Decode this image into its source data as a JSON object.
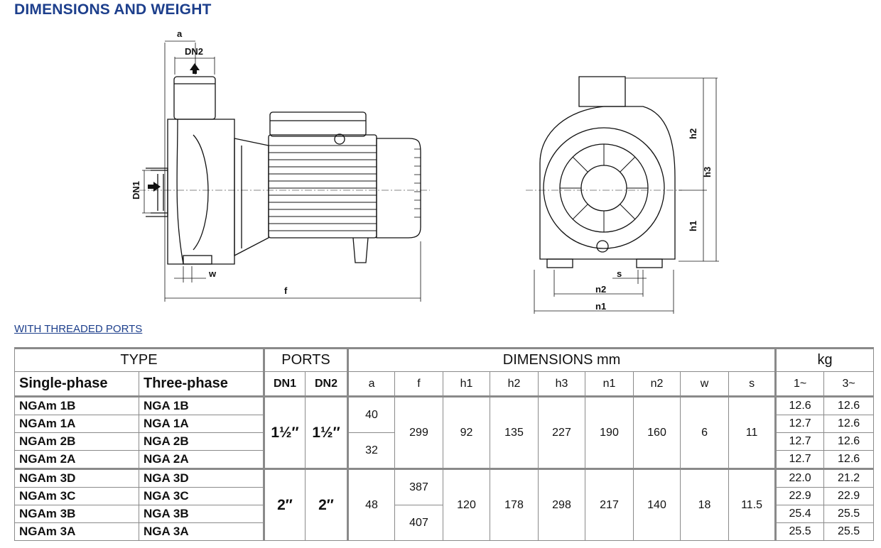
{
  "title": "DIMENSIONS AND WEIGHT",
  "subtitle": "WITH THREADED PORTS",
  "drawing_labels": {
    "a": "a",
    "dn2": "DN2",
    "dn1": "DN1",
    "w": "w",
    "f": "f",
    "h1": "h1",
    "h2": "h2",
    "h3": "h3",
    "s": "s",
    "n1": "n1",
    "n2": "n2"
  },
  "table": {
    "headers": {
      "type": "TYPE",
      "ports": "PORTS",
      "dimensions": "DIMENSIONS mm",
      "kg": "kg",
      "single_phase": "Single-phase",
      "three_phase": "Three-phase",
      "dn1": "DN1",
      "dn2": "DN2",
      "a": "a",
      "f": "f",
      "h1": "h1",
      "h2": "h2",
      "h3": "h3",
      "n1": "n1",
      "n2": "n2",
      "w": "w",
      "s": "s",
      "kg1": "1~",
      "kg3": "3~"
    },
    "group1": {
      "dn1": "1½″",
      "dn2": "1½″",
      "a_top": "40",
      "a_bottom": "32",
      "f": "299",
      "h1": "92",
      "h2": "135",
      "h3": "227",
      "n1": "190",
      "n2": "160",
      "w": "6",
      "s": "11",
      "rows": [
        {
          "single": "NGAm 1B",
          "three": "NGA 1B",
          "kg1": "12.6",
          "kg3": "12.6"
        },
        {
          "single": "NGAm 1A",
          "three": "NGA 1A",
          "kg1": "12.7",
          "kg3": "12.6"
        },
        {
          "single": "NGAm 2B",
          "three": "NGA 2B",
          "kg1": "12.7",
          "kg3": "12.6"
        },
        {
          "single": "NGAm 2A",
          "three": "NGA 2A",
          "kg1": "12.7",
          "kg3": "12.6"
        }
      ]
    },
    "group2": {
      "dn1": "2″",
      "dn2": "2″",
      "a": "48",
      "f_top": "387",
      "f_bottom": "407",
      "h1": "120",
      "h2": "178",
      "h3": "298",
      "n1": "217",
      "n2": "140",
      "w": "18",
      "s": "11.5",
      "rows": [
        {
          "single": "NGAm 3D",
          "three": "NGA 3D",
          "kg1": "22.0",
          "kg3": "21.2"
        },
        {
          "single": "NGAm 3C",
          "three": "NGA 3C",
          "kg1": "22.9",
          "kg3": "22.9"
        },
        {
          "single": "NGAm 3B",
          "three": "NGA 3B",
          "kg1": "25.4",
          "kg3": "25.5"
        },
        {
          "single": "NGAm 3A",
          "three": "NGA 3A",
          "kg1": "25.5",
          "kg3": "25.5"
        }
      ]
    }
  }
}
